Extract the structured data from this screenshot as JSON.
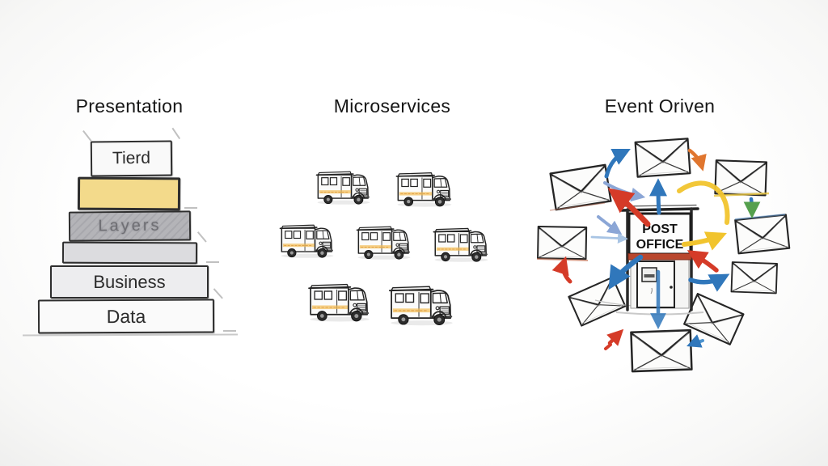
{
  "background": "#fbfbfb",
  "presentation": {
    "title": "Presentation",
    "blocks": [
      {
        "label": "Tierd",
        "color": "#f9f9f9"
      },
      {
        "label": "",
        "color": "#f3da8b"
      },
      {
        "label": "Layers",
        "color": "#b4b4b8"
      },
      {
        "label": "",
        "color": "#dcdcdf"
      },
      {
        "label": "Business",
        "color": "#ededef"
      },
      {
        "label": "Data",
        "color": "#fafafa"
      }
    ]
  },
  "microservices": {
    "title": "Microservices",
    "truck_count": 7
  },
  "event_driven": {
    "title": "Event Oriven",
    "post_office": {
      "line1": "POST",
      "line2": "OFFICE"
    },
    "envelope_count": 9,
    "colors": {
      "blue": "#3077bb",
      "periwinkle": "#8ba6d6",
      "light_blue": "#a8c4e4",
      "red": "#d53b28",
      "yellow": "#f1c42e",
      "orange": "#e0762f",
      "green": "#55a04d",
      "sign_red_band": "#b9472e"
    }
  }
}
